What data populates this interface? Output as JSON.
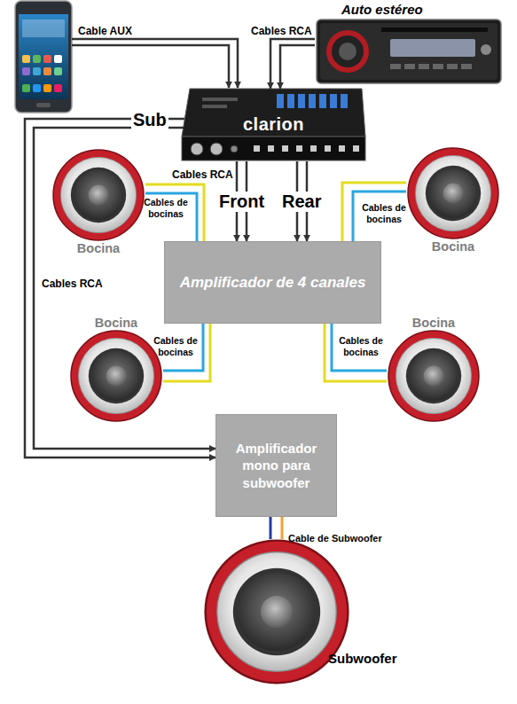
{
  "diagram": {
    "nodes": [
      {
        "text": [
          "Auto estéreo"
        ]
      },
      {
        "text": [
          "clarion"
        ]
      },
      {
        "text": [
          "Bocina"
        ]
      },
      {
        "text": [
          "Bocina"
        ]
      },
      {
        "text": [
          "Amplificador de 4 canales"
        ]
      },
      {
        "text": [
          "Bocina"
        ]
      },
      {
        "text": [
          "Bocina"
        ]
      },
      {
        "text": [
          "Amplificador mono para subwoofer"
        ]
      },
      {
        "text": [
          "Subwoofer"
        ]
      }
    ],
    "edges": [
      {
        "from": 0,
        "to": 1,
        "label": "Cables RCA",
        "arrow": "to"
      },
      {
        "from": 1,
        "to": 4,
        "label": "Front",
        "arrow": "to"
      },
      {
        "from": 1,
        "to": 4,
        "label": "Rear",
        "arrow": "to"
      },
      {
        "from": 1,
        "to": 7,
        "label": "Sub",
        "arrow": "to"
      },
      {
        "from": 4,
        "to": 2,
        "label": "Cables de bocinas",
        "arrow": "none"
      },
      {
        "from": 4,
        "to": 3,
        "label": "Cables de bocinas",
        "arrow": "none"
      },
      {
        "from": 4,
        "to": 5,
        "label": "Cables de bocinas",
        "arrow": "none"
      },
      {
        "from": 4,
        "to": 6,
        "label": "Cables de bocinas",
        "arrow": "none"
      },
      {
        "from": 7,
        "to": 8,
        "label": "Cable de Subwoofer",
        "arrow": "none"
      }
    ],
    "labels": [
      "Cable AUX",
      "Cables RCA",
      "Cables RCA"
    ]
  }
}
